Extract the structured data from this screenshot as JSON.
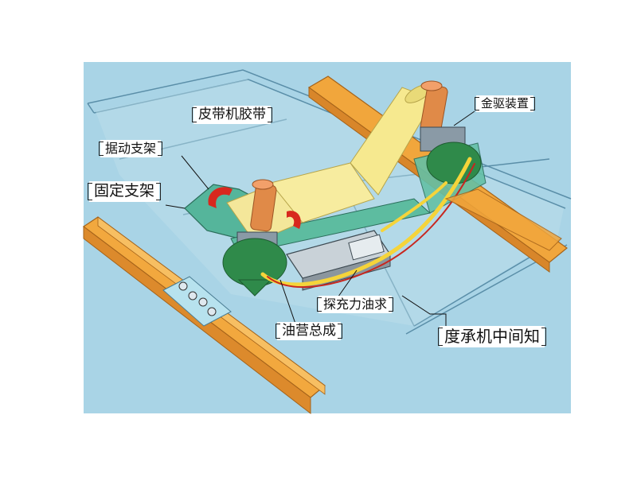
{
  "labels": {
    "belt": "皮带机胶带",
    "swing_frame": "据动支架",
    "fixed_frame": "固定支架",
    "drive_device": "金驱装置",
    "hydraulic_cylinder": "探充力油求",
    "oil_pipe_assembly": "油营总成",
    "conveyor_frame": "度承机中间知"
  },
  "colors": {
    "background": "#ffffff",
    "panel": "#a8d4e6",
    "belt_line": "#5a8ea8",
    "roller": "#f6eba0",
    "rail_orange": "#f0a43a",
    "bracket_green": "#54b49a",
    "motor_green": "#2f8a4a",
    "shaft_orange": "#e08a48",
    "hose_yellow": "#f5d43a",
    "hose_red": "#c8261e",
    "red_arrow": "#d8281e"
  }
}
